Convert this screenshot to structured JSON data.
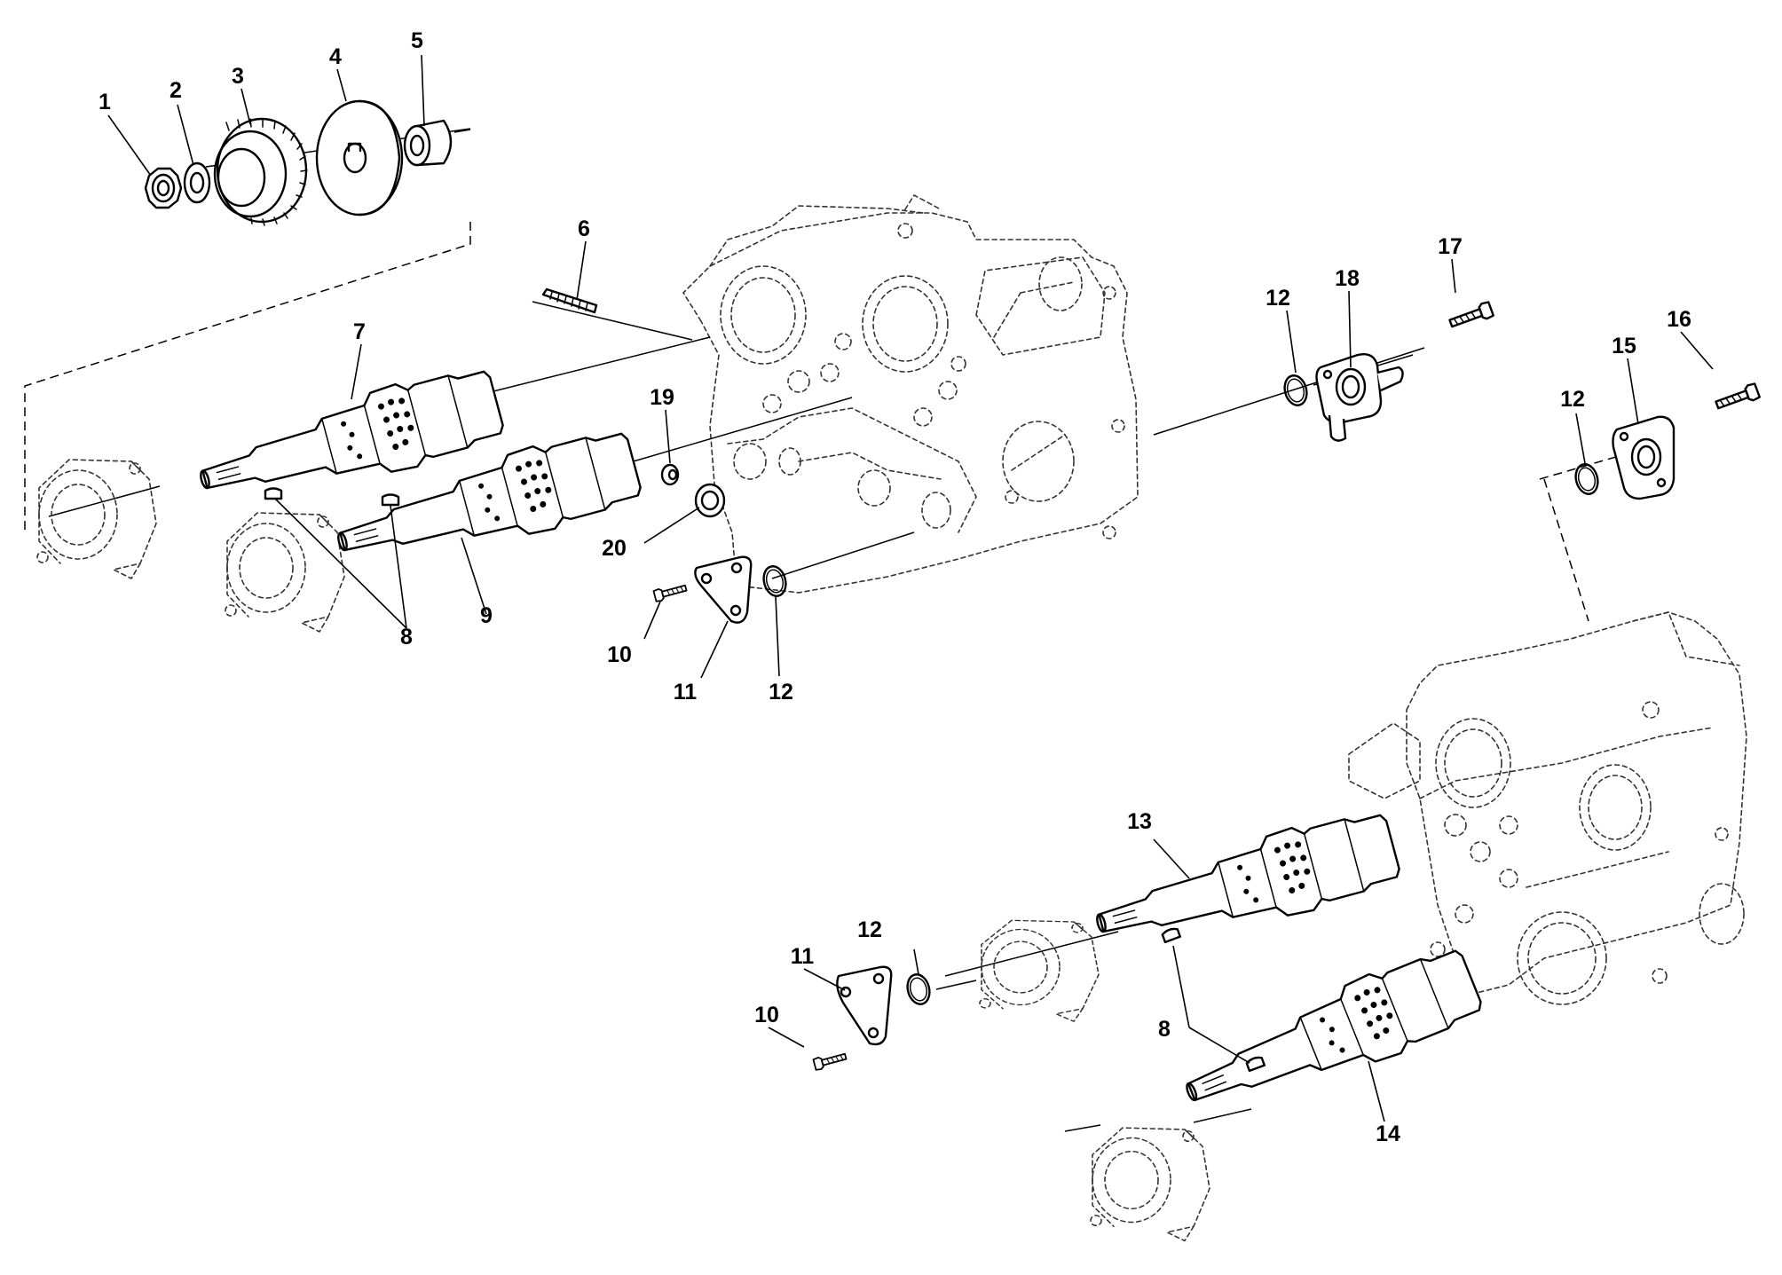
{
  "diagram": {
    "type": "exploded parts diagram",
    "callouts": [
      {
        "id": "c1",
        "label": "1"
      },
      {
        "id": "c2",
        "label": "2"
      },
      {
        "id": "c3",
        "label": "3"
      },
      {
        "id": "c4",
        "label": "4"
      },
      {
        "id": "c5",
        "label": "5"
      },
      {
        "id": "c6",
        "label": "6"
      },
      {
        "id": "c7",
        "label": "7"
      },
      {
        "id": "c8a",
        "label": "8"
      },
      {
        "id": "c8b",
        "label": "8"
      },
      {
        "id": "c9",
        "label": "9"
      },
      {
        "id": "c10a",
        "label": "10"
      },
      {
        "id": "c10b",
        "label": "10"
      },
      {
        "id": "c11a",
        "label": "11"
      },
      {
        "id": "c11b",
        "label": "11"
      },
      {
        "id": "c12a",
        "label": "12"
      },
      {
        "id": "c12b",
        "label": "12"
      },
      {
        "id": "c12c",
        "label": "12"
      },
      {
        "id": "c12d",
        "label": "12"
      },
      {
        "id": "c13",
        "label": "13"
      },
      {
        "id": "c14",
        "label": "14"
      },
      {
        "id": "c15",
        "label": "15"
      },
      {
        "id": "c16",
        "label": "16"
      },
      {
        "id": "c17",
        "label": "17"
      },
      {
        "id": "c18",
        "label": "18"
      },
      {
        "id": "c19",
        "label": "19"
      },
      {
        "id": "c20",
        "label": "20"
      }
    ]
  }
}
